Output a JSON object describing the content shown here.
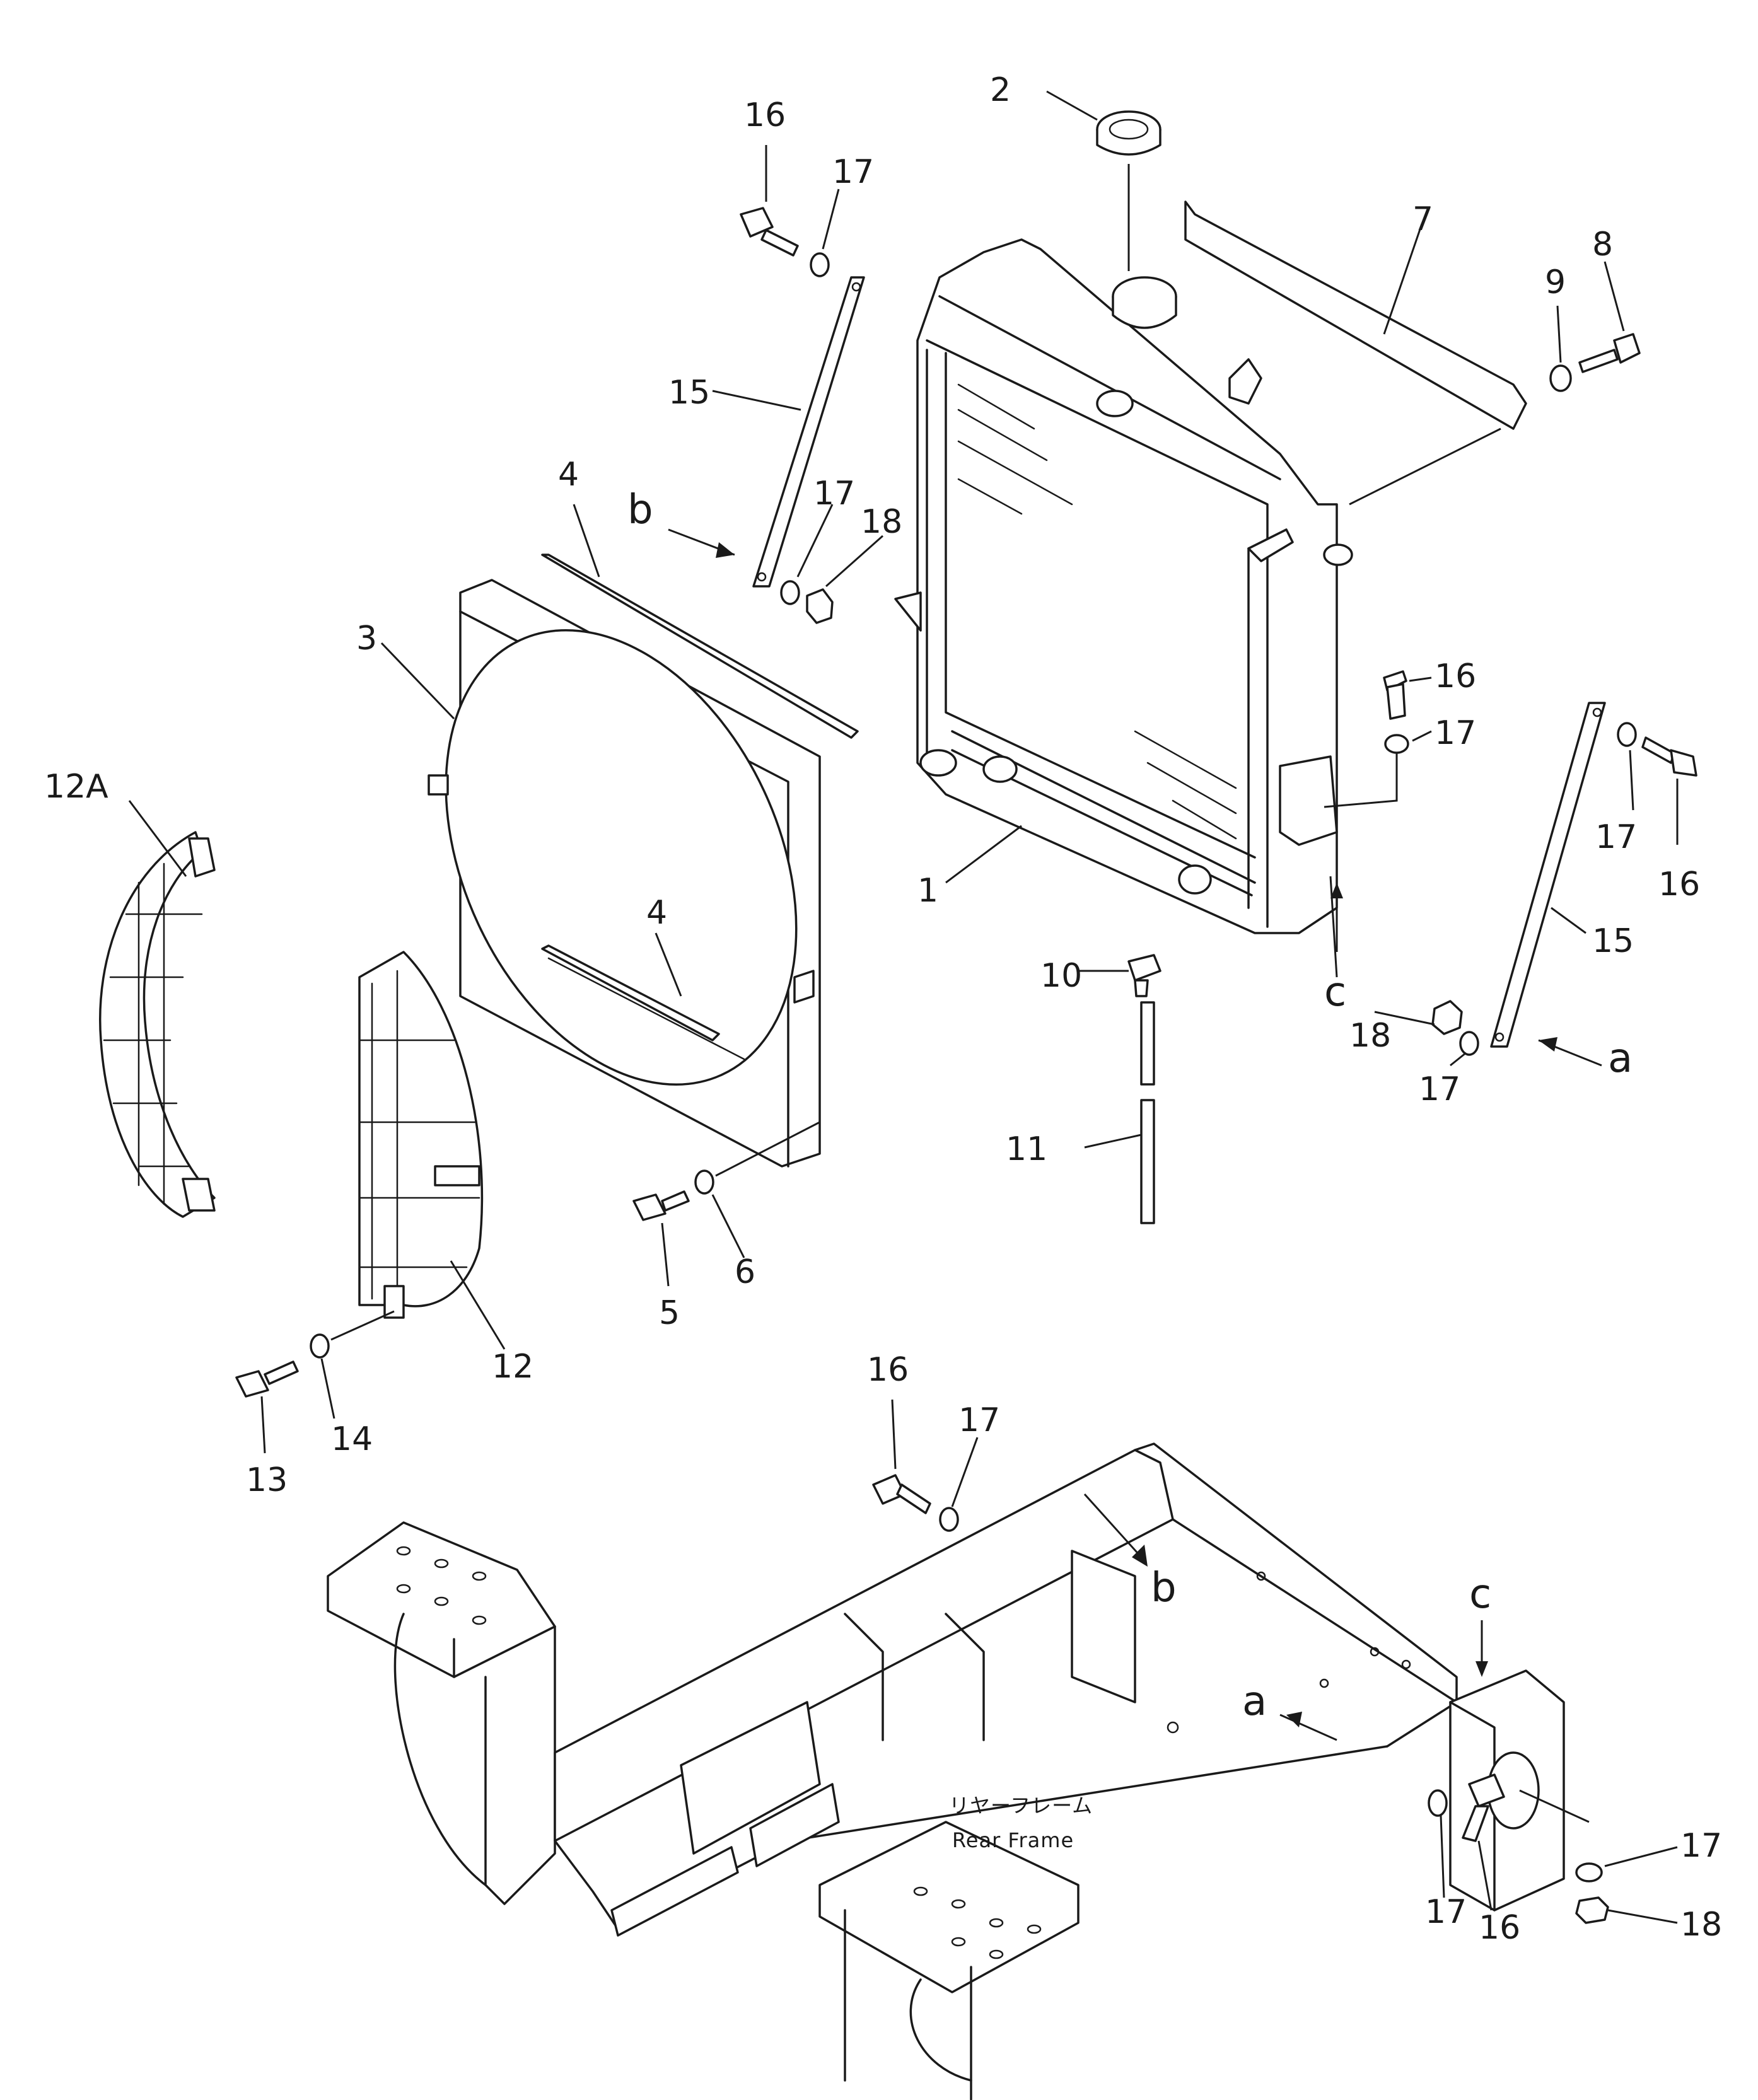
{
  "callouts": {
    "c1": "1",
    "c2": "2",
    "c3": "3",
    "c4a": "4",
    "c4b": "4",
    "c5": "5",
    "c6": "6",
    "c7": "7",
    "c8": "8",
    "c9": "9",
    "c10": "10",
    "c11": "11",
    "c12": "12",
    "c12a": "12A",
    "c13": "13",
    "c14": "14",
    "c15a": "15",
    "c15b": "15",
    "c16a": "16",
    "c16b": "16",
    "c16c": "16",
    "c16d": "16",
    "c16e": "16",
    "c17a": "17",
    "c17b": "17",
    "c17c": "17",
    "c17d": "17",
    "c17e": "17",
    "c17f": "17",
    "c17g": "17",
    "c17h": "17",
    "c18a": "18",
    "c18b": "18",
    "c18c": "18"
  },
  "reference_letters": {
    "a1": "a",
    "a2": "a",
    "b1": "b",
    "b2": "b",
    "c1": "c",
    "c2": "c"
  },
  "frame_label": {
    "japanese": "リヤーフレーム",
    "english": "Rear Frame"
  }
}
